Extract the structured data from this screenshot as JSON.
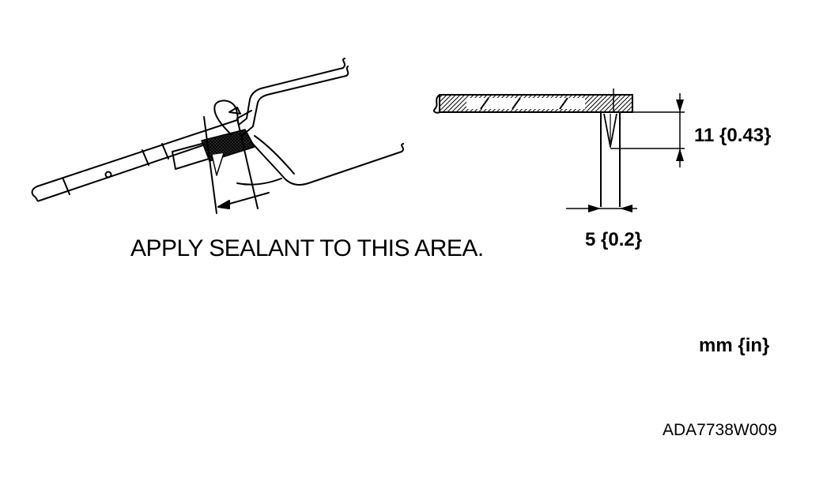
{
  "diagram": {
    "caption": "APPLY SEALANT TO THIS AREA.",
    "dimension_height": "11 {0.43}",
    "dimension_width": "5 {0.2}",
    "units_note": "mm {in}",
    "figure_id": "ADA7738W009",
    "colors": {
      "ink": "#000000",
      "background": "#ffffff"
    }
  }
}
